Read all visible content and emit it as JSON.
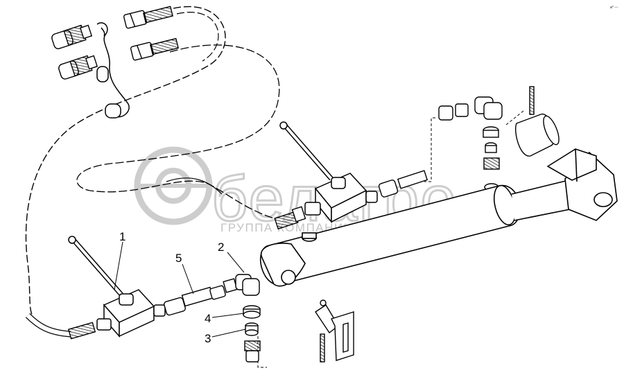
{
  "watermark": {
    "brand": "белагро",
    "sub": "ГРУППА КОМПАНИИ",
    "color": "#c8c8c8"
  },
  "callouts": [
    {
      "id": "1",
      "label": "1"
    },
    {
      "id": "2",
      "label": "2"
    },
    {
      "id": "3",
      "label": "3"
    },
    {
      "id": "4",
      "label": "4"
    },
    {
      "id": "5",
      "label": "5"
    }
  ],
  "corner_mark": "а° ◦◦◦",
  "colors": {
    "line": "#000000",
    "paper": "#ffffff",
    "shade": "#9a9a9a"
  }
}
